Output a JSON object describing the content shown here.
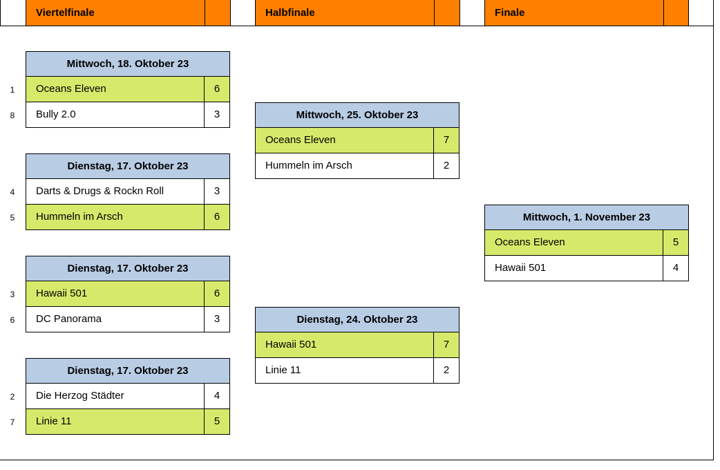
{
  "header": {
    "rounds": [
      {
        "label": "Viertelfinale"
      },
      {
        "label": "Halbfinale"
      },
      {
        "label": "Finale"
      }
    ]
  },
  "colors": {
    "header_orange": "#ff8000",
    "date_header_blue": "#b8cce4",
    "winner_green": "#d7e96b"
  },
  "quarterfinals": [
    {
      "date": "Mittwoch, 18. Oktober 23",
      "teams": [
        {
          "seed": "1",
          "name": "Oceans Eleven",
          "score": "6",
          "winner": true
        },
        {
          "seed": "8",
          "name": "Bully 2.0",
          "score": "3",
          "winner": false
        }
      ]
    },
    {
      "date": "Dienstag, 17. Oktober 23",
      "teams": [
        {
          "seed": "4",
          "name": "Darts & Drugs & Rockn Roll",
          "score": "3",
          "winner": false
        },
        {
          "seed": "5",
          "name": "Hummeln im Arsch",
          "score": "6",
          "winner": true
        }
      ]
    },
    {
      "date": "Dienstag, 17. Oktober 23",
      "teams": [
        {
          "seed": "3",
          "name": "Hawaii 501",
          "score": "6",
          "winner": true
        },
        {
          "seed": "6",
          "name": "DC Panorama",
          "score": "3",
          "winner": false
        }
      ]
    },
    {
      "date": "Dienstag, 17. Oktober 23",
      "teams": [
        {
          "seed": "2",
          "name": "Die Herzog Städter",
          "score": "4",
          "winner": false
        },
        {
          "seed": "7",
          "name": "Linie 11",
          "score": "5",
          "winner": true
        }
      ]
    }
  ],
  "semifinals": [
    {
      "date": "Mittwoch, 25. Oktober 23",
      "teams": [
        {
          "name": "Oceans Eleven",
          "score": "7",
          "winner": true
        },
        {
          "name": "Hummeln im Arsch",
          "score": "2",
          "winner": false
        }
      ]
    },
    {
      "date": "Dienstag, 24. Oktober 23",
      "teams": [
        {
          "name": "Hawaii 501",
          "score": "7",
          "winner": true
        },
        {
          "name": "Linie 11",
          "score": "2",
          "winner": false
        }
      ]
    }
  ],
  "final": {
    "date": "Mittwoch, 1. November 23",
    "teams": [
      {
        "name": "Oceans Eleven",
        "score": "5",
        "winner": true
      },
      {
        "name": "Hawaii 501",
        "score": "4",
        "winner": false
      }
    ]
  }
}
